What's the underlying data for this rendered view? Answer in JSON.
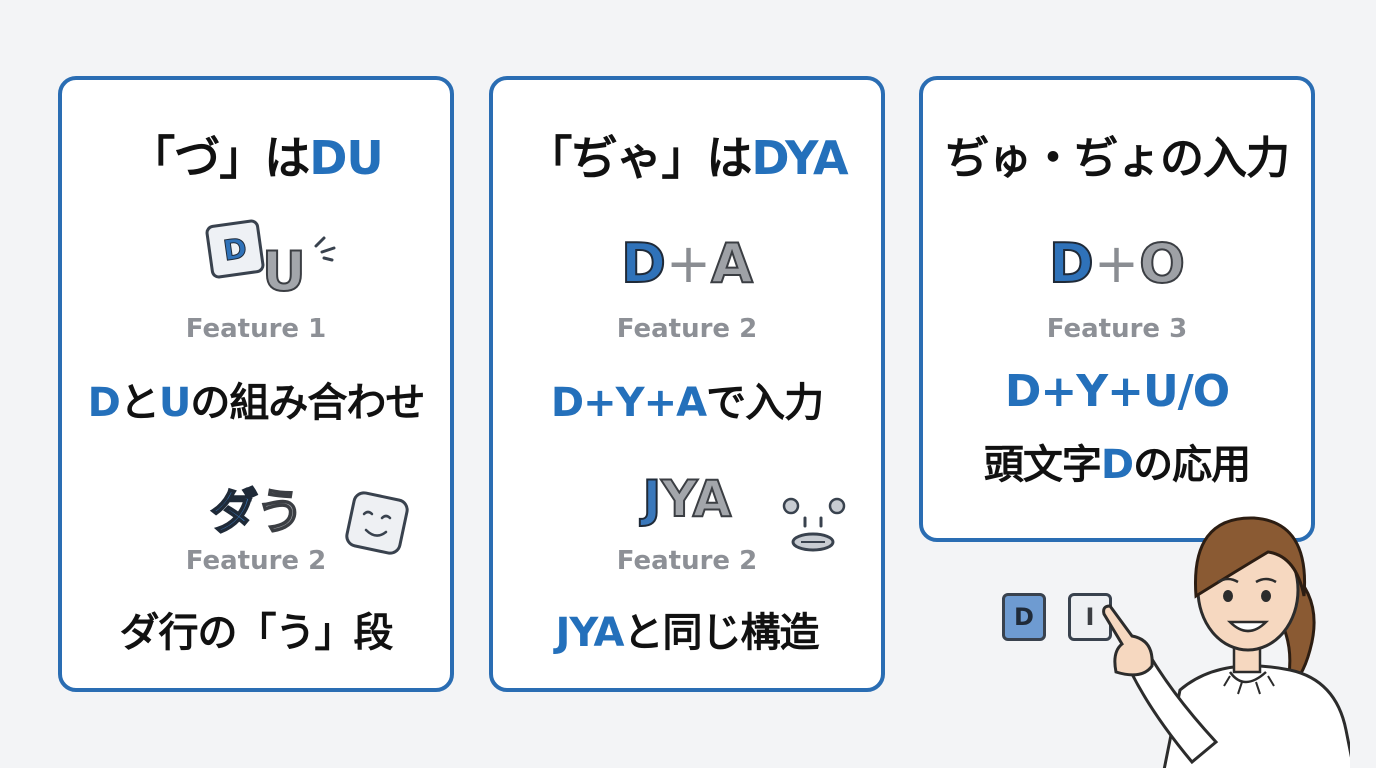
{
  "card1": {
    "title_open": "「づ」は",
    "title_accent": "DU",
    "doodle_key": "D",
    "doodle_letter": "U",
    "feature_a": "Feature 1",
    "desc_a": {
      "d": "D",
      "to": "と",
      "u": "U",
      "rest": "の組み合わせ"
    },
    "doodle_dau_da": "ダ",
    "doodle_dau_u": "う",
    "feature_b": "Feature 2",
    "desc_b": "ダ行の「う」段"
  },
  "card2": {
    "title_open": "「ぢゃ」は",
    "title_accent": "DYA",
    "formula": {
      "d": "D",
      "op": "+",
      "a": "A"
    },
    "feature_a": "Feature 2",
    "desc_a": {
      "seq": "D+Y+A",
      "rest": "で入力"
    },
    "jya": {
      "j": "J",
      "ya": "YA"
    },
    "feature_b": "Feature 2",
    "desc_b": {
      "accent": "JYA",
      "rest": "と同じ構造"
    }
  },
  "card3": {
    "title": "ぢゅ・ぢょの入力",
    "formula": {
      "d": "D",
      "op": "+",
      "o": "O"
    },
    "feature_a": "Feature 3",
    "desc_a": "D+Y+U/O",
    "desc_b": {
      "pre": "頭文字",
      "accent": "D",
      "post": "の応用"
    }
  },
  "keys": {
    "d": "D",
    "i": "I"
  },
  "colors": {
    "accent": "#2470bb",
    "border": "#2a6db3",
    "background": "#f3f4f6"
  },
  "icons": [
    "sparkle-icon",
    "face-icon",
    "lightbulb-icon",
    "pointing-person-illustration"
  ]
}
